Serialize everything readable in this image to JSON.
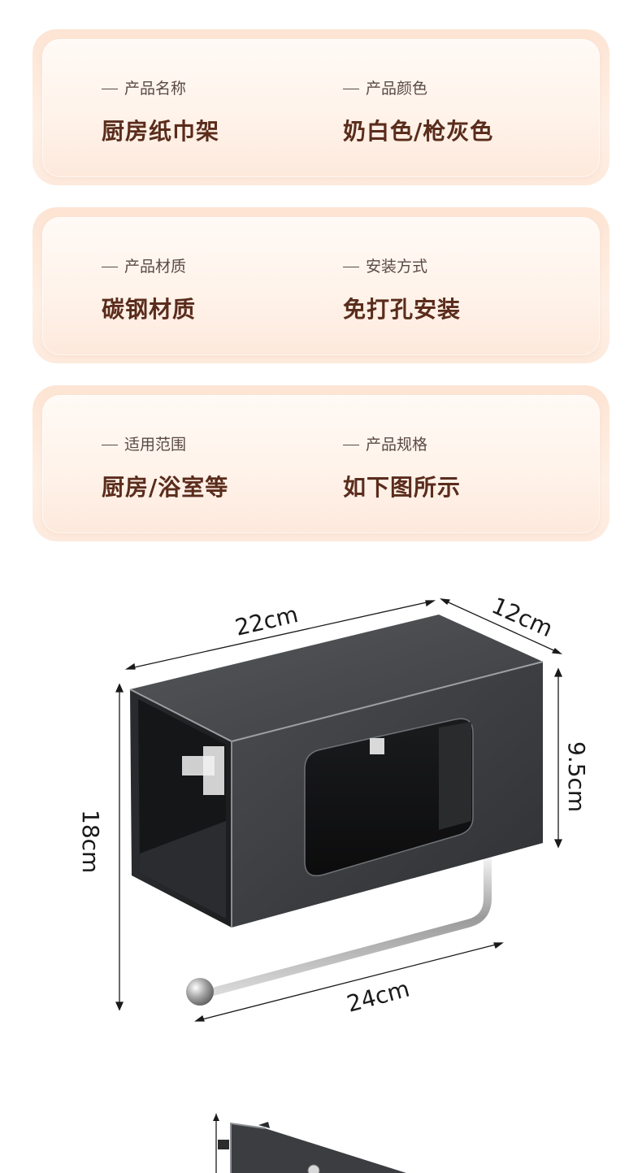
{
  "cards": [
    {
      "left": {
        "label": "产品名称",
        "value": "厨房纸巾架"
      },
      "right": {
        "label": "产品颜色",
        "value": "奶白色/枪灰色"
      }
    },
    {
      "left": {
        "label": "产品材质",
        "value": "碳钢材质"
      },
      "right": {
        "label": "安装方式",
        "value": "免打孔安装"
      }
    },
    {
      "left": {
        "label": "适用范围",
        "value": "厨房/浴室等"
      },
      "right": {
        "label": "产品规格",
        "value": "如下图所示"
      }
    }
  ],
  "dimensions": {
    "length": "22cm",
    "depth": "12cm",
    "box_height": "9.5cm",
    "total_height": "18cm",
    "rod_length": "24cm"
  },
  "colors": {
    "card_outer": "#fde4d3",
    "card_inner": "#fff6ef",
    "label_text": "#5a4a44",
    "value_text": "#5a2c1c",
    "product_body": "#3a3b3d"
  }
}
